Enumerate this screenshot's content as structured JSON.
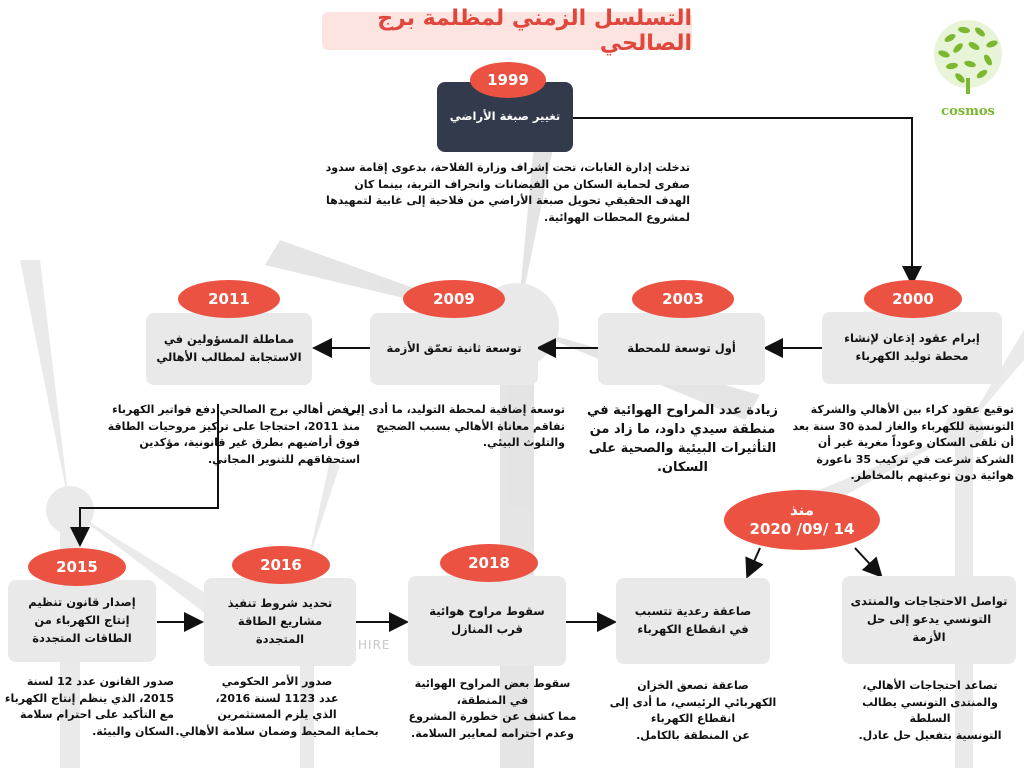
{
  "title": "التسلسل الزمني لمظلمة برج الصالحي",
  "logo": {
    "name": "cosmos",
    "icon": "tree-logo-icon"
  },
  "watermark": "HIRE",
  "colors": {
    "accent": "#ec5242",
    "box": "#e9e9e9",
    "dark_box": "#323a4c",
    "title_bg": "#fde4e0",
    "logo_green": "#7cb82f"
  },
  "events": [
    {
      "year": "1999",
      "title": "تغيير صبغة الأراضي",
      "desc": "تدخلت إدارة الغابات، تحت إشراف وزارة الفلاحة، بدعوى إقامة سدود صفرى لحماية السكان من الفيضانات وانجراف التربة، بينما كان الهدف الحقيقي تحويل صبغة الأراضي من فلاحية إلى غابية لتمهيدها لمشروع المحطات الهوائية."
    },
    {
      "year": "2000",
      "title": "إبرام عقود إذعان لإنشاء محطة توليد الكهرباء",
      "desc": "توقيع عقود كراء بين الأهالي والشركة التونسية للكهرباء والغاز لمدة 30 سنة بعد أن تلقى السكان وعوداً مغرية غير أن الشركة شرعت في تركيب 35 ناعورة هوائية دون توعيتهم بالمخاطر."
    },
    {
      "year": "2003",
      "title": "أول توسعة للمحطة",
      "desc": "زيادة عدد المراوح الهوائية في منطقة سيدي داود، ما زاد من التأثيرات البيئية والصحية على السكان."
    },
    {
      "year": "2009",
      "title": "توسعة ثانية تعمّق الأزمة",
      "desc": "توسعة إضافية لمحطة التوليد، ما أدى إلى تفاقم معاناة الأهالي بسبب الضجيج والتلوث البيئي."
    },
    {
      "year": "2011",
      "title": "مماطلة المسؤولين في الاستجابة لمطالب الأهالي",
      "desc": "يرفض أهالي برج الصالحي دفع فواتير الكهرباء منذ 2011، احتجاجا على تركيز مروحيات الطاقة فوق أراضيهم بطرق غير قانونية، مؤكدين استحقاقهم للتنوير المجاني."
    },
    {
      "year": "2015",
      "title": "إصدار قانون تنظيم إنتاج الكهرباء من الطاقات المتجددة",
      "desc": "صدور القانون عدد 12 لسنة 2015، الذي ينظم إنتاج الكهرباء مع التأكيد على احترام سلامة السكان والبيئة."
    },
    {
      "year": "2016",
      "title": "تحديد شروط تنفيذ مشاريع الطاقة المتجددة",
      "desc": "صدور الأمر الحكومي\nعدد 1123 لسنة 2016،\nالذي يلزم المستثمرين\nبحماية المحيط وضمان سلامة الأهالي."
    },
    {
      "year": "2018",
      "title": "سقوط مراوح هوائية قرب المنازل",
      "desc": "سقوط بعض المراوح الهوائية\nفي المنطقة،\nمما كشف عن خطورة المشروع\nوعدم احترامه لمعايير السلامة."
    },
    {
      "year": "",
      "title": "صاعقة رعدية تتسبب في انقطاع الكهرباء",
      "desc": "صاعقة تصعق الخزان\nالكهربائي الرئيسي، ما أدى إلى\nانقطاع الكهرباء\nعن المنطقة بالكامل."
    },
    {
      "year": "",
      "title": "تواصل الاحتجاجات والمنتدى التونسي يدعو إلى حل الأزمة",
      "desc": "تصاعد احتجاجات الأهالي،\nوالمنتدى التونسي يطالب السلطة\nالتونسية بتفعيل حل عادل."
    }
  ],
  "since_badge": {
    "line1": "منذ",
    "line2": "2020 /09/ 14"
  }
}
